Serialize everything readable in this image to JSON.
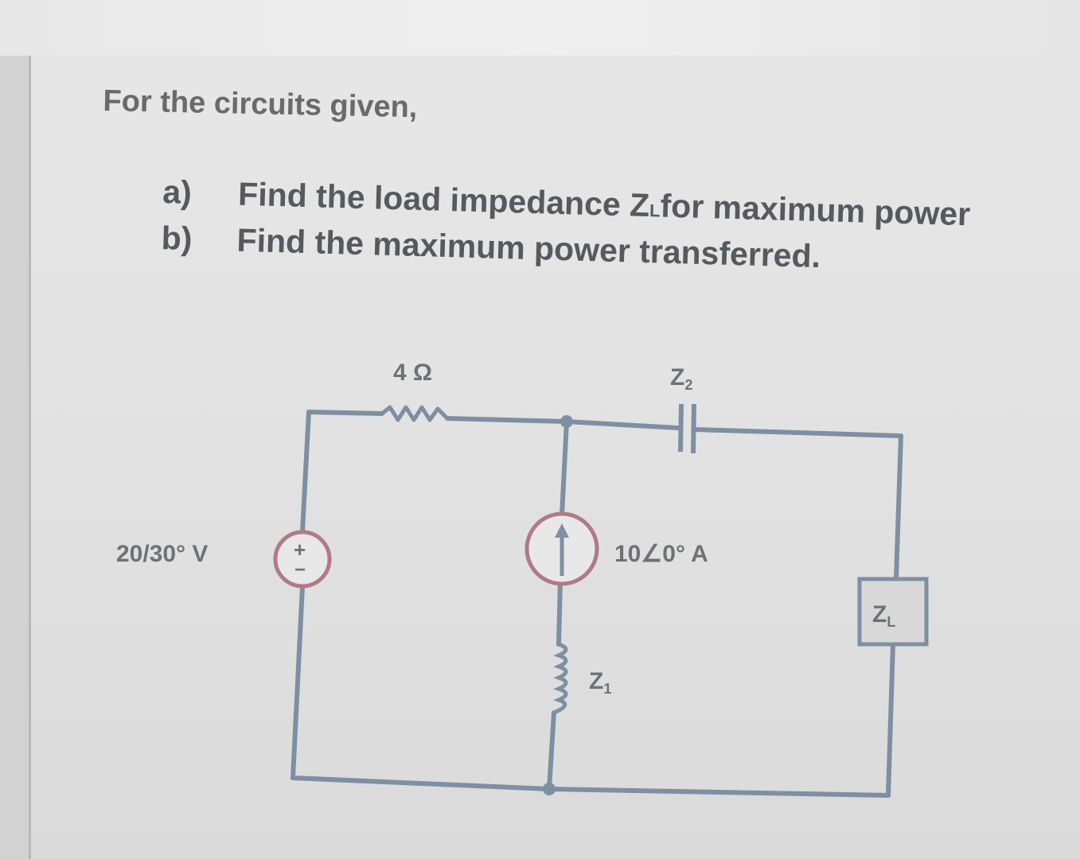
{
  "problem": {
    "intro": "For the circuits given,",
    "questions": [
      {
        "marker": "a)",
        "text": "Find the load impedance Z",
        "sub": "L",
        "text_after": " for maximum power"
      },
      {
        "marker": "b)",
        "text": "Find the maximum power transferred.",
        "sub": "",
        "text_after": ""
      }
    ]
  },
  "circuit": {
    "resistor_label": "4 Ω",
    "capacitor_label": "Z",
    "capacitor_sub": "2",
    "voltage_source_label": "20/30° V",
    "voltage_source_plus": "+",
    "voltage_source_minus": "−",
    "current_source_label": "10∠0° A",
    "inductor_label": "Z",
    "inductor_sub": "1",
    "load_label": "Z",
    "load_sub": "L"
  },
  "colors": {
    "wire": "#7f8fa3",
    "source_circle": "#b07a86",
    "text": "#6e7278"
  }
}
